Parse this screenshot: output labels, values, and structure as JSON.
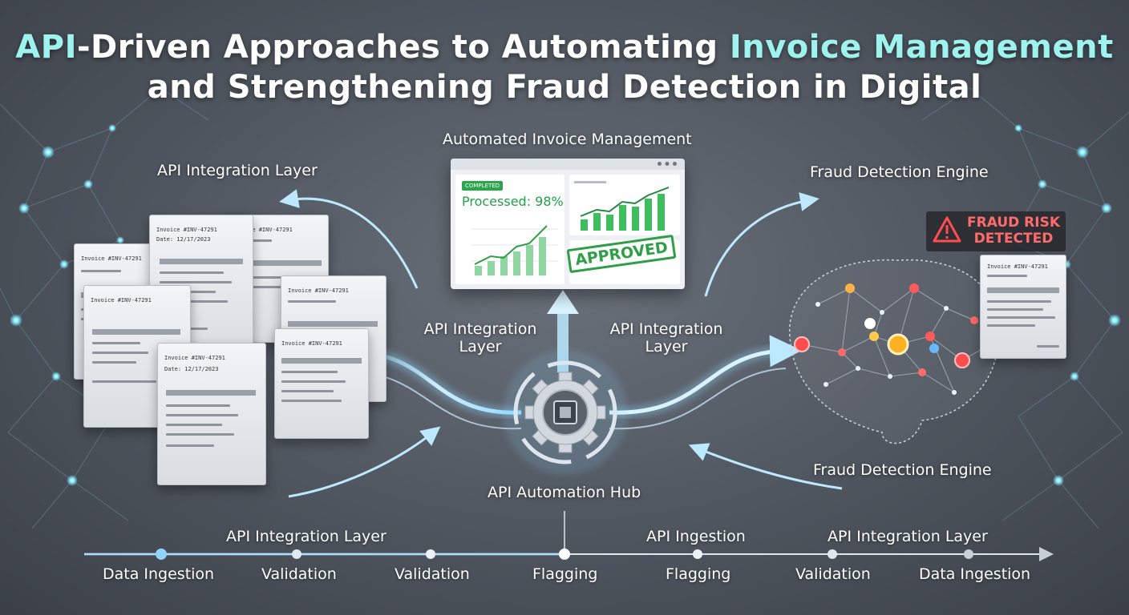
{
  "title": {
    "line1_part1": "API",
    "line1_part2": "-Driven Approaches to Automating ",
    "line1_part3": "Invoice Management",
    "line2": "and Strengthening Fraud Detection in Digital"
  },
  "labels": {
    "left_top": "API Integration Layer",
    "center_top": "Automated Invoice Management",
    "right_top": "Fraud Detection Engine",
    "mid_left": "API Integration Layer",
    "mid_right": "API Integration Layer",
    "hub": "API Automation Hub",
    "right_bottom": "Fraud Detection Engine"
  },
  "invoice": {
    "heading": "Invoice #INV-47291",
    "date_label": "Date: 12/17/2023"
  },
  "dashboard": {
    "badge": "COMPLETED",
    "processed": "Processed: 98%",
    "approved": "APPROVED"
  },
  "fraud_alert": {
    "line1": "FRAUD RISK",
    "line2": "DETECTED"
  },
  "timeline": {
    "upper": [
      {
        "text": "API Integration Layer"
      },
      {
        "text": "API Ingestion"
      },
      {
        "text": "API Integration Layer"
      }
    ],
    "stages": [
      {
        "text": "Data Ingestion"
      },
      {
        "text": "Validation"
      },
      {
        "text": "Validation"
      },
      {
        "text": "Flagging"
      },
      {
        "text": "Flagging"
      },
      {
        "text": "Validation"
      },
      {
        "text": "Data Ingestion"
      }
    ]
  },
  "colors": {
    "accent_cyan": "#9ff3ee",
    "flow_blue": "#8fd8ff",
    "approved_green": "#2e9e47",
    "alert_red": "#ff4d4d"
  }
}
